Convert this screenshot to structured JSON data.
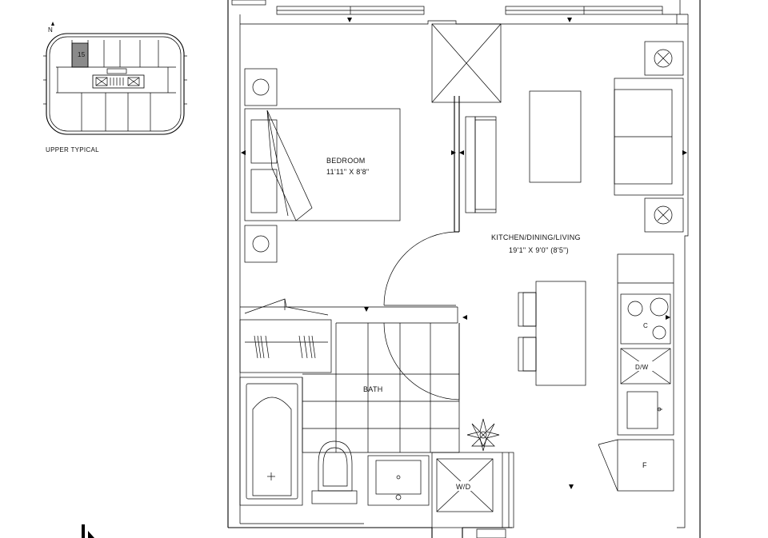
{
  "key_plan": {
    "north_label": "N",
    "unit_number": "15",
    "caption": "UPPER TYPICAL"
  },
  "rooms": {
    "bedroom": {
      "name": "BEDROOM",
      "dims": "11'11\" X 8'8\""
    },
    "kitchen": {
      "name": "KITCHEN/DINING/LIVING",
      "dims": "19'1\" X 9'0\" (8'5\")"
    },
    "bath": {
      "name": "BATH"
    }
  },
  "fixtures": {
    "washer_dryer": "W/D",
    "dishwasher": "D/W",
    "fridge": "F",
    "cooktop": "C"
  },
  "colors": {
    "line": "#000000",
    "highlight_unit": "#8a8a8a"
  }
}
